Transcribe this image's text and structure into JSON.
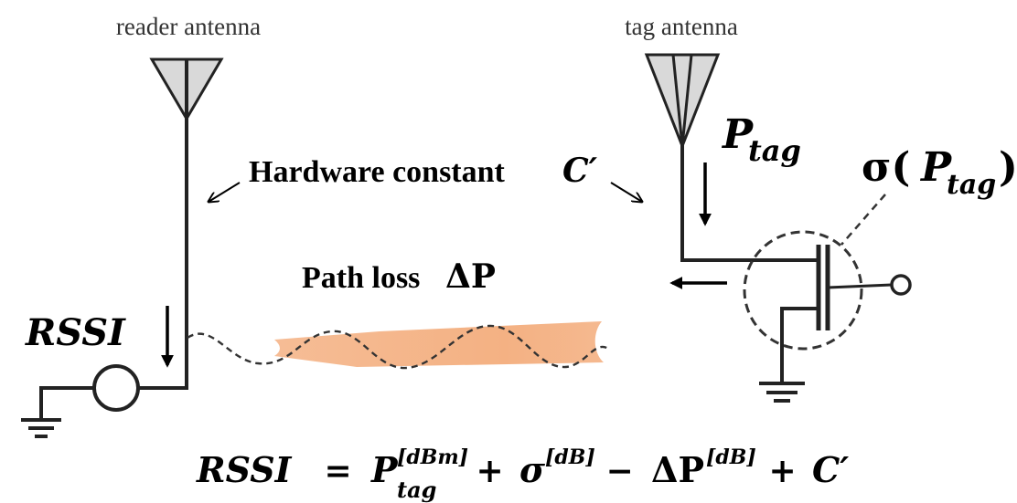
{
  "labels": {
    "reader_antenna": "reader antenna",
    "tag_antenna": "tag antenna",
    "hardware_constant": "Hardware constant",
    "hardware_constant_symbol": "C′",
    "path_loss": "Path loss",
    "path_loss_symbol": "ΔP",
    "rssi": "RSSI",
    "p_tag_base": "P",
    "p_tag_sub": "tag",
    "sigma_prefix": "σ(",
    "sigma_p": "P",
    "sigma_sub": "tag",
    "sigma_suffix": ")"
  },
  "equation": {
    "lhs": "RSSI",
    "eq": " = ",
    "p": "P",
    "p_sup": "[dBm]",
    "p_sub": "tag",
    "plus1": " + ",
    "sigma": "σ",
    "sigma_sup": "[dB]",
    "minus": " − ",
    "delta_p": "ΔP",
    "delta_sup": "[dB]",
    "plus2": " + ",
    "c": "C′"
  },
  "colors": {
    "rssi_accent": "#c00000",
    "antenna_fill": "#d9d9d9",
    "wave_fill": "#f4b183"
  }
}
